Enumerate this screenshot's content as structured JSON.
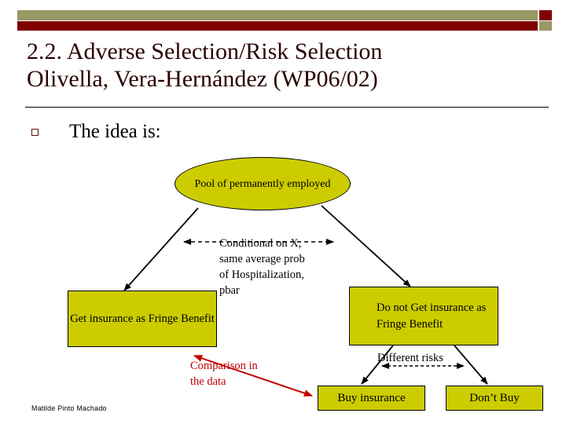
{
  "slide": {
    "title_lines": [
      "2.2. Adverse Selection/Risk Selection",
      "Olivella, Vera-Hernández (WP06/02)"
    ],
    "bullet_text": "The idea is:",
    "footer": "Matilde Pinto Machado"
  },
  "theme": {
    "bar_khaki": "#999966",
    "bar_red": "#800000",
    "shape_fill": "#CCCC00",
    "shape_border": "#000000",
    "accent_red": "#C00000",
    "title_color": "#2B0000"
  },
  "diagram": {
    "pool_ellipse": {
      "label": "Pool of permanently employed"
    },
    "conditional_note": {
      "label": "Conditional on X,\nsame average prob\nof Hospitalization,\npbar"
    },
    "left_box": {
      "label": "Get insurance as\nFringe Benefit"
    },
    "right_box": {
      "label": "Do not Get\ninsurance as\nFringe Benefit"
    },
    "comparison_note": {
      "label": "Comparison in\nthe data"
    },
    "different_risks_note": {
      "label": "Different risks"
    },
    "buy_box": {
      "label": "Buy insurance"
    },
    "dont_buy_box": {
      "label": "Don’t Buy"
    }
  }
}
